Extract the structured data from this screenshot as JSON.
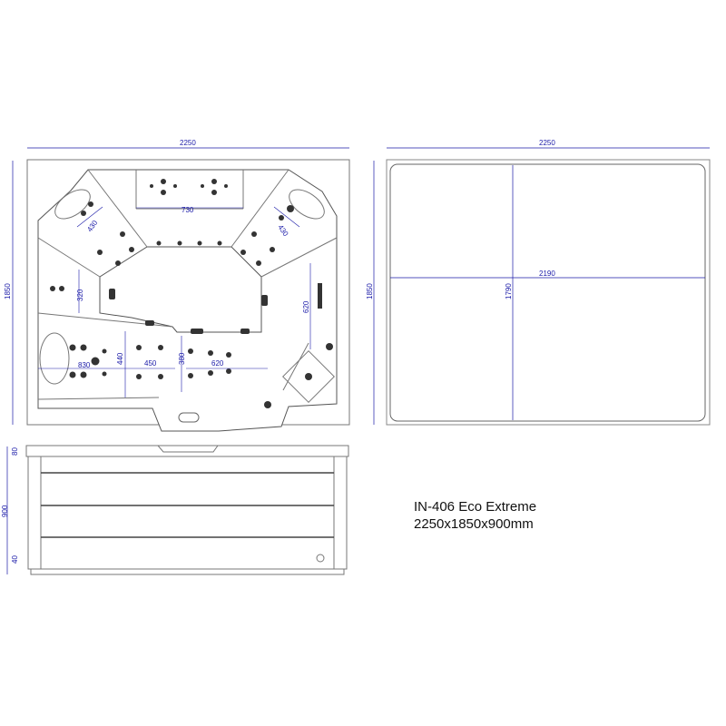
{
  "product": {
    "model": "IN-406 Eco Extreme",
    "size": "2250x1850x900mm"
  },
  "top_view": {
    "width_label": "2250",
    "depth_label": "1850",
    "inner_dims": {
      "top_seat": "730",
      "left_corner": "430",
      "right_corner": "430",
      "left_seat": "320",
      "right_seat": "620",
      "lounger": "830",
      "lounger_width": "440",
      "mid_floor": "450",
      "step_depth": "380",
      "step_width": "620"
    }
  },
  "cover_view": {
    "width_label": "2250",
    "depth_label": "1850",
    "inner_width": "2190",
    "inner_depth": "1790"
  },
  "side_view": {
    "height_label": "900",
    "top_label": "80",
    "bottom_label": "40"
  },
  "colors": {
    "dimension": "#1a1aa8",
    "line": "#555555"
  }
}
